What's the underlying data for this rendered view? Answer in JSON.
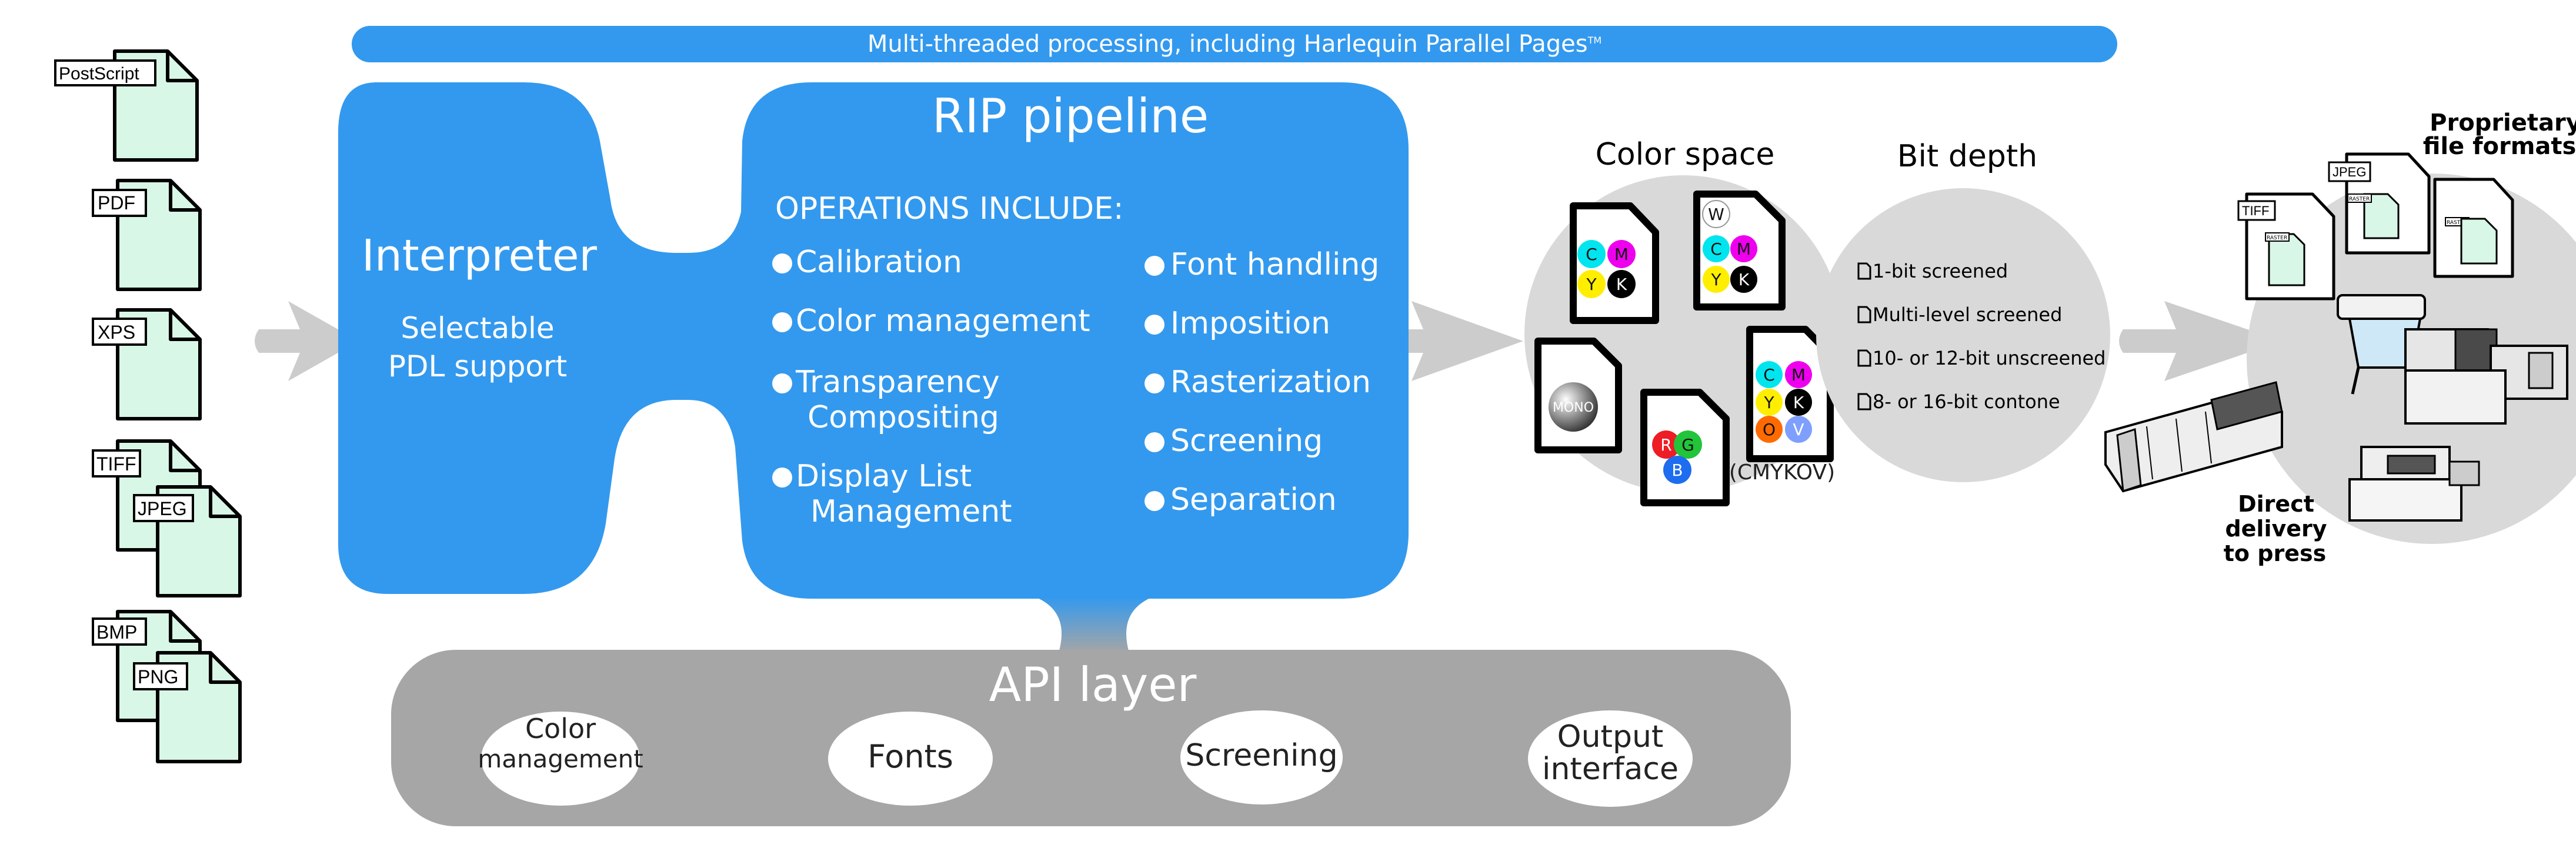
{
  "banner": {
    "text": "Multi-threaded processing, including Harlequin Parallel Pages",
    "tm": "TM"
  },
  "input_files": [
    {
      "label": "PostScript"
    },
    {
      "label": "PDF"
    },
    {
      "label": "XPS"
    },
    {
      "label": "TIFF",
      "stacked": "JPEG"
    },
    {
      "label": "BMP",
      "stacked": "PNG"
    }
  ],
  "interpreter": {
    "title": "Interpreter",
    "subtitle_line1": "Selectable",
    "subtitle_line2": "PDL support"
  },
  "rip_pipeline": {
    "title": "RIP pipeline",
    "heading": "OPERATIONS INCLUDE:",
    "left_ops": [
      {
        "line1": "Calibration",
        "line2": ""
      },
      {
        "line1": "Color management",
        "line2": ""
      },
      {
        "line1": "Transparency",
        "line2": "Compositing"
      },
      {
        "line1": "Display List",
        "line2": "Management"
      }
    ],
    "right_ops": [
      "Font handling",
      "Imposition",
      "Rasterization",
      "Screening",
      "Separation"
    ]
  },
  "color_space": {
    "title": "Color space",
    "docs": [
      {
        "name": "cmyk",
        "dots": [
          {
            "label": "C",
            "color": "#00e5ee"
          },
          {
            "label": "M",
            "color": "#ee00ee"
          },
          {
            "label": "Y",
            "color": "#ffee00"
          },
          {
            "label": "K",
            "color": "#000000"
          }
        ]
      },
      {
        "name": "wcmyk",
        "dots": [
          {
            "label": "W",
            "color": "#ffffff"
          },
          {
            "label": "C",
            "color": "#00e5ee"
          },
          {
            "label": "M",
            "color": "#ee00ee"
          },
          {
            "label": "Y",
            "color": "#ffee00"
          },
          {
            "label": "K",
            "color": "#000000"
          }
        ]
      },
      {
        "name": "mono",
        "dots": [
          {
            "label": "MONO",
            "color": "#555555"
          }
        ]
      },
      {
        "name": "rgb",
        "dots": [
          {
            "label": "R",
            "color": "#ee1c24"
          },
          {
            "label": "G",
            "color": "#22c43a"
          },
          {
            "label": "B",
            "color": "#1e6cf0"
          }
        ]
      },
      {
        "name": "cmykov",
        "dots": [
          {
            "label": "C",
            "color": "#00e5ee"
          },
          {
            "label": "M",
            "color": "#ee00ee"
          },
          {
            "label": "Y",
            "color": "#ffee00"
          },
          {
            "label": "K",
            "color": "#000000"
          },
          {
            "label": "O",
            "color": "#ff6a00"
          },
          {
            "label": "V",
            "color": "#7f9fff"
          }
        ]
      }
    ],
    "cmykov_caption": "(CMYKOV)"
  },
  "bit_depth": {
    "title": "Bit depth",
    "items": [
      "1-bit screened",
      "Multi-level screened",
      "10- or 12-bit unscreened",
      "8- or 16-bit contone"
    ]
  },
  "outputs": {
    "proprietary_line1": "Proprietary",
    "proprietary_line2": "file formats",
    "file_labels": [
      "TIFF",
      "JPEG"
    ],
    "raster_label": "RASTER",
    "direct_line1": "Direct",
    "direct_line2": "delivery",
    "direct_line3": "to press"
  },
  "api_layer": {
    "title": "API layer",
    "items": [
      {
        "line1": "Color",
        "line2": "management"
      },
      {
        "line1": "Fonts",
        "line2": ""
      },
      {
        "line1": "Screening",
        "line2": ""
      },
      {
        "line1": "Output",
        "line2": "interface"
      }
    ]
  },
  "colors": {
    "blue": "#3399ee",
    "gray_circle": "#d9d9d9",
    "api_gray": "#a6a6a6",
    "arrow_gray": "#cccccc",
    "file_fill": "#d8f7e6"
  }
}
